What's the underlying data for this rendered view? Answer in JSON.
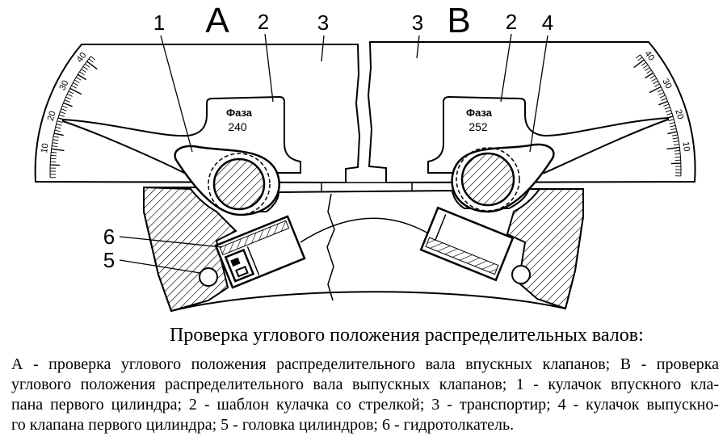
{
  "diagram": {
    "view_a": {
      "letter": "А",
      "scale_labels": [
        "40",
        "30",
        "20",
        "10"
      ],
      "template": {
        "label": "Фаза",
        "value": "240"
      },
      "callouts": {
        "cam": "1",
        "template": "2",
        "protractor": "3"
      }
    },
    "view_b": {
      "letter": "В",
      "scale_labels": [
        "40",
        "30",
        "20",
        "10"
      ],
      "template": {
        "label": "Фаза",
        "value": "252"
      },
      "callouts": {
        "protractor": "3",
        "template": "2",
        "cam": "4"
      }
    },
    "side_callouts": {
      "tappet": "6",
      "cylinder_head": "5"
    }
  },
  "caption": {
    "title": "Проверка углового положения распределительных валов:",
    "legend_lines": [
      "А - проверка углового положения распределительного вала впускных клапанов; В - проверка",
      "углового положения распределительного вала выпускных клапанов; 1 - кулачок впускного кла-",
      "пана первого цилиндра; 2 - шаблон кулачка со стрелкой; 3 - транспортир; 4 - кулачок выпускно-",
      "го клапана первого цилиндра; 5 - головка цилиндров; 6 - гидротолкатель."
    ]
  }
}
